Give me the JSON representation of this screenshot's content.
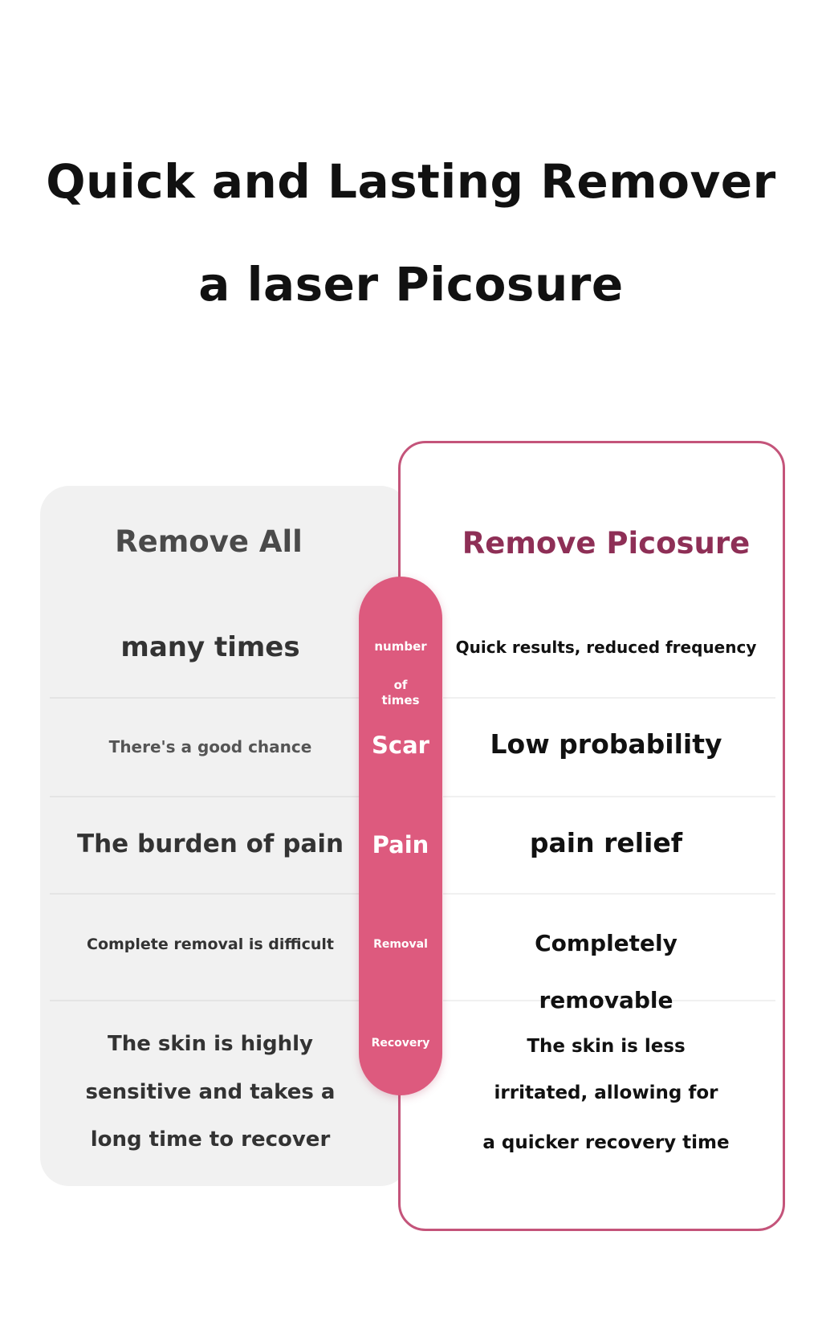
{
  "title": {
    "line1": "Quick and Lasting Remover",
    "line2": "a laser Picosure"
  },
  "columns": {
    "left_heading": "Remove All",
    "right_heading": "Remove Picosure"
  },
  "categories": {
    "number_line1": "number",
    "number_line2": "of",
    "number_line3": "times",
    "scar": "Scar",
    "pain": "Pain",
    "removal": "Removal",
    "recovery": "Recovery"
  },
  "left_values": {
    "times": "many times",
    "scar": "There's a good chance",
    "pain": "The burden of pain",
    "removal": "Complete removal is difficult",
    "recovery_line1": "The skin is highly",
    "recovery_line2": "sensitive and takes a",
    "recovery_line3": "long time to recover"
  },
  "right_values": {
    "times": "Quick results, reduced frequency",
    "scar": "Low probability",
    "pain": "pain relief",
    "removal_line1": "Completely",
    "removal_line2": "removable",
    "recovery_line1": "The skin is less",
    "recovery_line2": "irritated, allowing for",
    "recovery_line3": "a quicker recovery time"
  },
  "colors": {
    "accent_pink": "#dd5a7e",
    "heading_maroon": "#8e2f56",
    "panel_gray": "#f1f1f1",
    "outline_pink": "#c4547a"
  }
}
